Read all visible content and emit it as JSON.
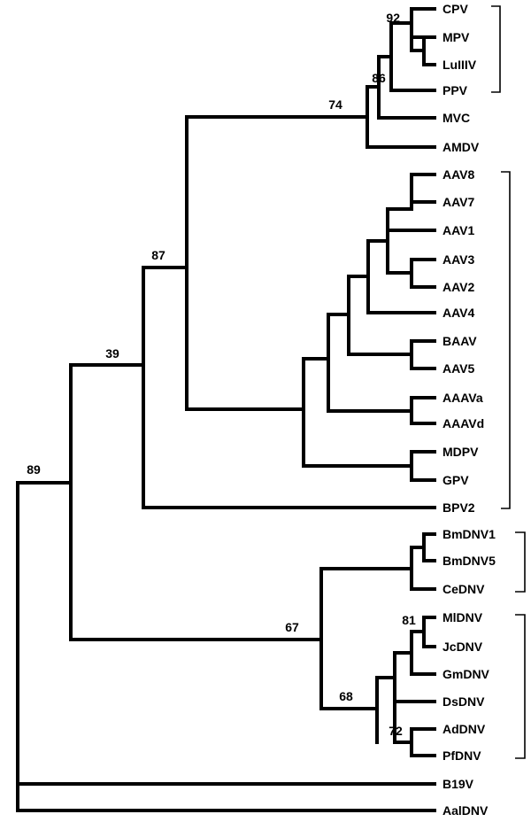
{
  "tree": {
    "taxa": [
      "CPV",
      "MPV",
      "LuIIIV",
      "PPV",
      "MVC",
      "AMDV",
      "AAV8",
      "AAV7",
      "AAV1",
      "AAV3",
      "AAV2",
      "AAV4",
      "BAAV",
      "AAV5",
      "AAAVa",
      "AAAVd",
      "MDPV",
      "GPV",
      "BPV2",
      "BmDNV1",
      "BmDNV5",
      "CeDNV",
      "MlDNV",
      "JcDNV",
      "GmDNV",
      "DsDNV",
      "AdDNV",
      "PfDNV",
      "B19V",
      "AalDNV"
    ],
    "bootstrap": [
      "92",
      "86",
      "74",
      "87",
      "39",
      "89",
      "67",
      "81",
      "68",
      "72"
    ],
    "groups": [
      "bracket-1",
      "bracket-2",
      "bracket-3",
      "bracket-4"
    ]
  }
}
